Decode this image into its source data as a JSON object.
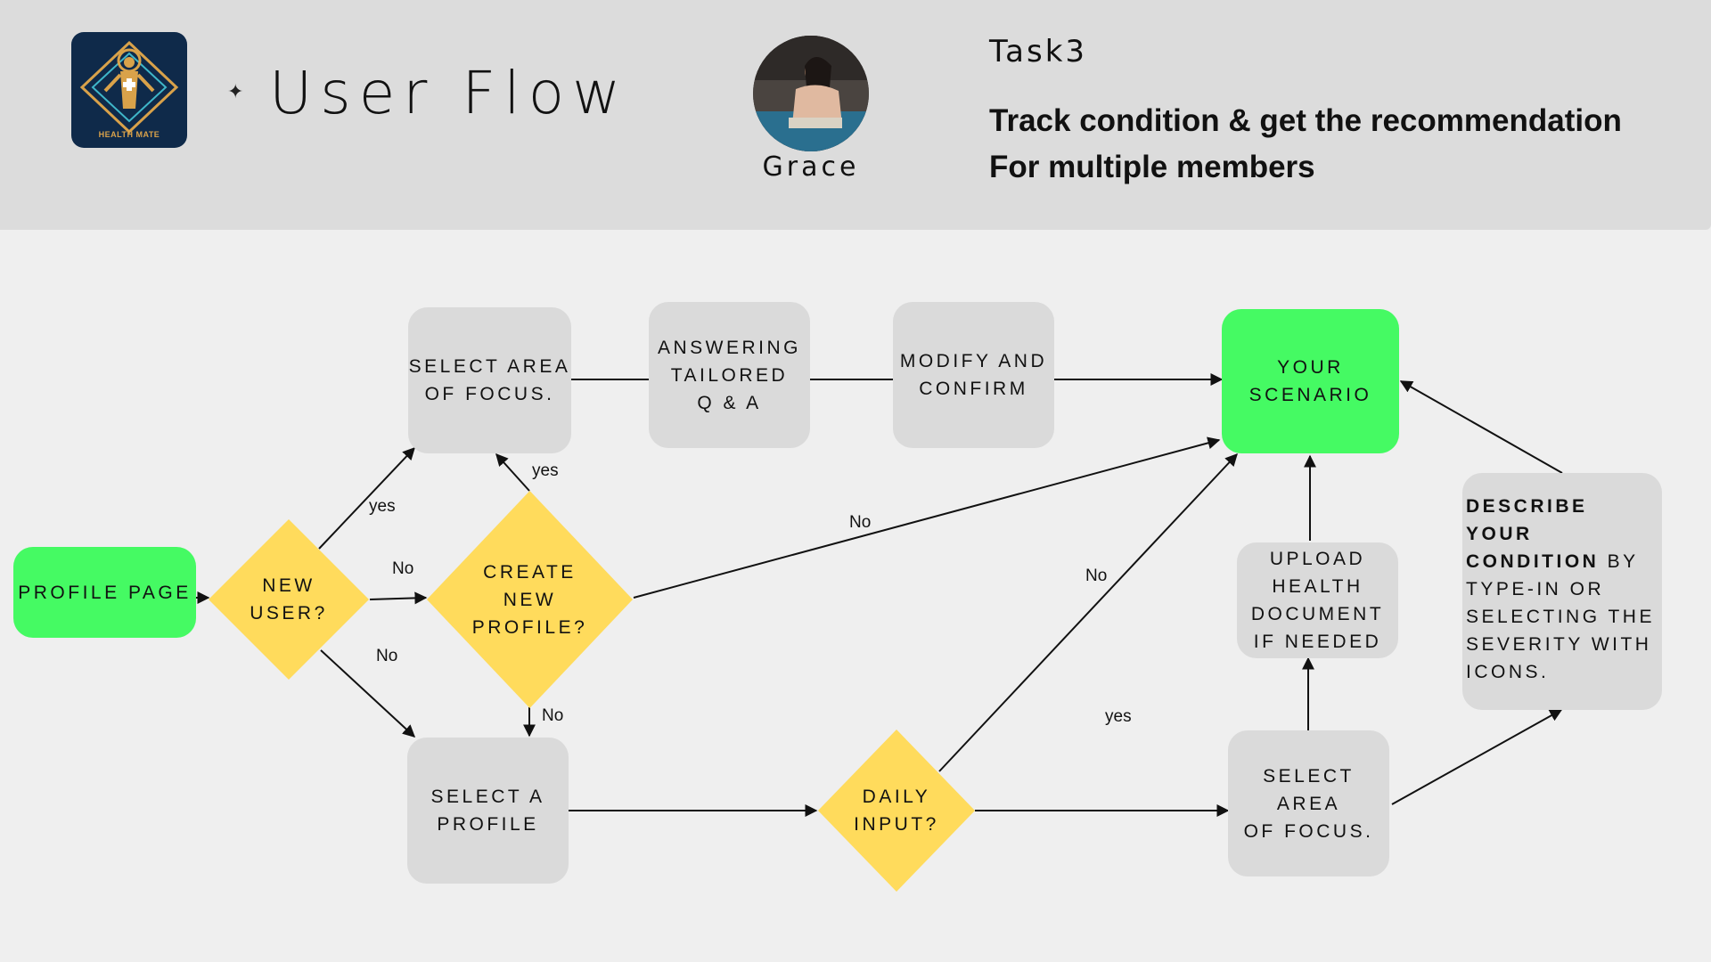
{
  "header": {
    "logo_text": "HEALTH MATE",
    "sparkle": "✦",
    "title": "User Flow",
    "persona_name": "Grace",
    "task_label": "Task3",
    "task_title_line1": "Track condition & get the recommendation",
    "task_title_line2": "For multiple members"
  },
  "nodes": {
    "profile_page": "PROFILE PAGE",
    "new_user": "NEW\nUSER?",
    "create_new_profile": "CREATE\nNEW\nPROFILE?",
    "select_area_top": "SELECT AREA\nOF FOCUS.",
    "answering_qa": "ANSWERING\nTAILORED\nQ & A",
    "modify_confirm": "MODIFY AND\nCONFIRM",
    "your_scenario": "YOUR\nSCENARIO",
    "select_profile": "SELECT A\nPROFILE",
    "daily_input": "DAILY\nINPUT?",
    "select_area_bottom": "SELECT AREA\nOF FOCUS.",
    "upload_health": "UPLOAD\nHEALTH\nDOCUMENT\nIF NEEDED",
    "describe_bold1": "DESCRIBE",
    "describe_bold2": "YOUR",
    "describe_bold3": "CONDITION",
    "describe_rest1": " BY",
    "describe_rest2": "TYPE-IN OR",
    "describe_rest3": "SELECTING THE",
    "describe_rest4": "SEVERITY WITH",
    "describe_rest5": "ICONS."
  },
  "edge_labels": {
    "yes_newuser": "yes",
    "no_newuser_right": "No",
    "no_newuser_down": "No",
    "yes_create": "yes",
    "no_create_right": "No",
    "no_create_down": "No",
    "no_daily": "No",
    "yes_daily": "yes"
  },
  "colors": {
    "header_bg": "#dcdcdc",
    "canvas_bg": "#efefef",
    "process_box": "#dadada",
    "terminal_green": "#45fa63",
    "decision_yellow": "#ffdb5c"
  }
}
